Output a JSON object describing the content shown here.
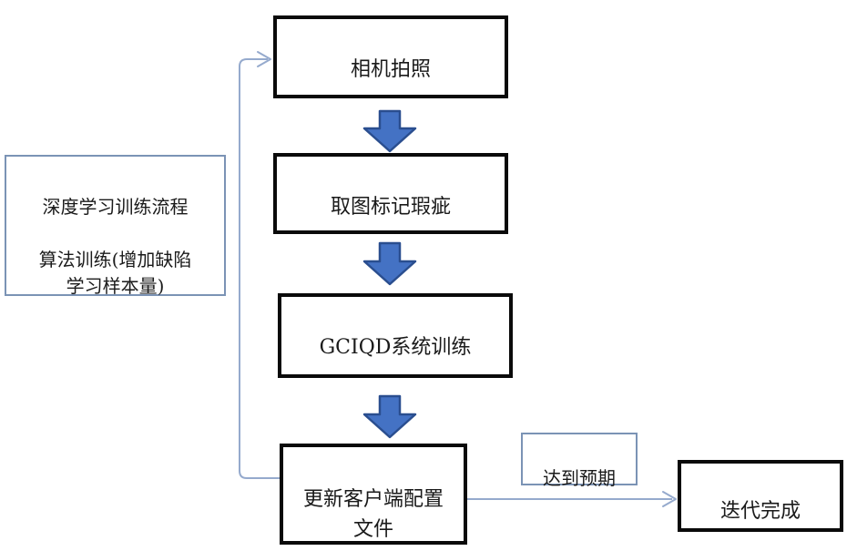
{
  "flowchart": {
    "note_box": {
      "text": "深度学习训练流程\n\n算法训练(增加缺陷\n学习样本量)"
    },
    "steps": [
      {
        "label": "相机拍照"
      },
      {
        "label": "取图标记瑕疵"
      },
      {
        "label": "GCIQD系统训练"
      },
      {
        "label": "更新客户端配置\n文件"
      }
    ],
    "branch_label": "达到预期",
    "end_step": {
      "label": "迭代完成"
    },
    "colors": {
      "block_arrow_fill": "#4472c4",
      "block_arrow_stroke": "#2a4e8f",
      "connector_line": "#95aacd",
      "box_border_strong": "#0a0a0a",
      "box_border_light": "#7b93b5"
    }
  }
}
